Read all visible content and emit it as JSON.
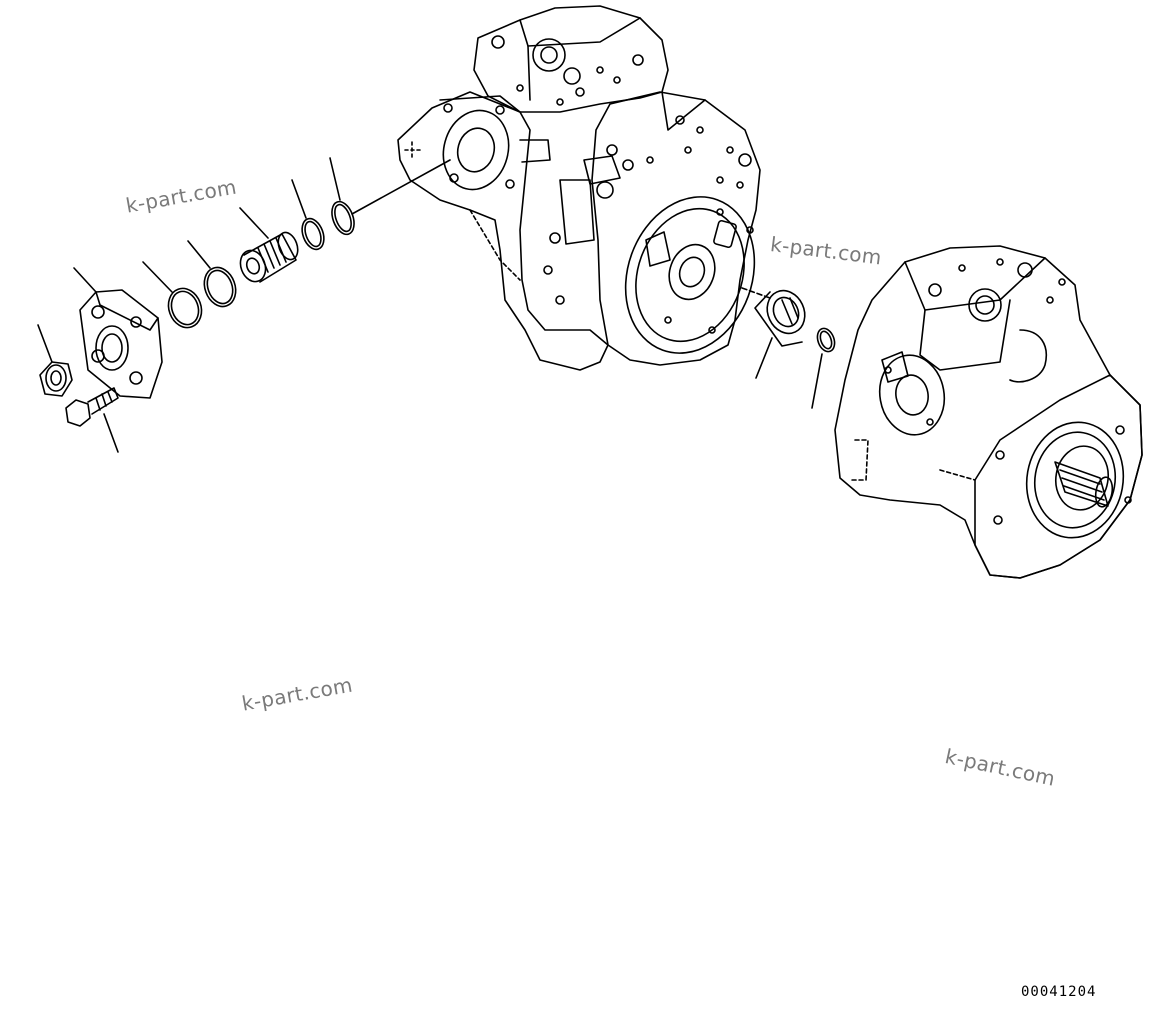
{
  "watermarks": [
    "k-part.com",
    "k-part.com",
    "k-part.com",
    "k-part.com"
  ],
  "drawing_number": "00041204",
  "colors": {
    "line": "#000000",
    "watermark": "#7a7a7a",
    "background": "#ffffff"
  }
}
